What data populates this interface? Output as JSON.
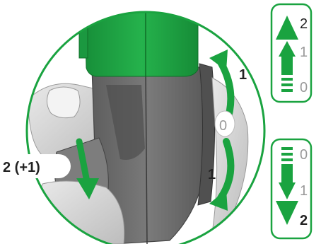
{
  "labels": {
    "rotate_up": "1",
    "rotate_down": "1",
    "press_down": "2 (+1)",
    "center_value": "0"
  },
  "legend_up": {
    "steps": [
      "2",
      "1",
      "0"
    ],
    "active": "2"
  },
  "legend_down": {
    "steps": [
      "0",
      "1",
      "2"
    ],
    "active": "2"
  },
  "colors": {
    "green": "#1aa340",
    "dark_green": "#0f7f2d",
    "gray_dark": "#6b6b6b",
    "gray_mid": "#8d8d8d",
    "gray_light": "#b8b8b8",
    "stroke": "#333333"
  }
}
